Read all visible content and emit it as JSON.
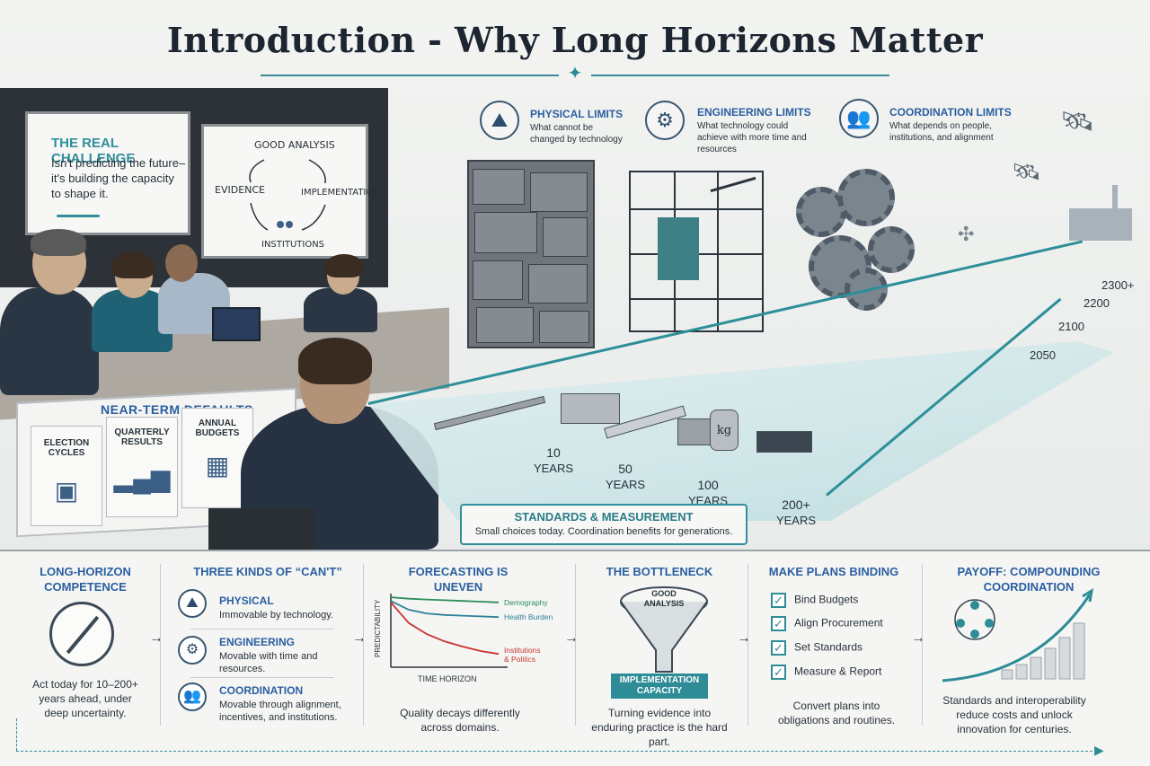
{
  "title": "Introduction - Why Long Horizons Matter",
  "boards": {
    "real_challenge_title": "THE REAL CHALLENGE",
    "real_challenge_text": "Isn't predicting the future– it's building the capacity to shape it.",
    "cycle": {
      "top": "GOOD ANALYSIS",
      "left": "EVIDENCE",
      "right": "IMPLEMENTATION",
      "bottom": "INSTITUTIONS"
    }
  },
  "near_term": {
    "title": "NEAR-TERM DEFAULTS",
    "cards": [
      {
        "label": "ELECTION CYCLES",
        "icon": "ballot-box-icon"
      },
      {
        "label": "QUARTERLY RESULTS",
        "icon": "bar-chart-icon"
      },
      {
        "label": "ANNUAL BUDGETS",
        "icon": "calendar-icon"
      }
    ]
  },
  "limits": [
    {
      "title": "PHYSICAL LIMITS",
      "sub": "What cannot be changed by technology",
      "icon": "mountain-shield-icon"
    },
    {
      "title": "ENGINEERING LIMITS",
      "sub": "What technology could achieve with more time and resources",
      "icon": "gear-icon"
    },
    {
      "title": "COORDINATION LIMITS",
      "sub": "What depends on people, institutions, and alignment",
      "icon": "people-icon"
    }
  ],
  "timeline": {
    "near_years": [
      {
        "value": "10",
        "unit": "YEARS"
      },
      {
        "value": "50",
        "unit": "YEARS"
      },
      {
        "value": "100",
        "unit": "YEARS"
      },
      {
        "value": "200+",
        "unit": "YEARS"
      }
    ],
    "far_years": [
      "2050",
      "2100",
      "2200",
      "2300+"
    ],
    "weight_label": "kg"
  },
  "standards": {
    "title": "STANDARDS & MEASUREMENT",
    "sub": "Small choices today. Coordination benefits for generations."
  },
  "bottom": {
    "competence": {
      "title": "LONG-HORIZON COMPETENCE",
      "text": "Act today for 10–200+ years ahead, under deep uncertainty."
    },
    "kinds": {
      "title": "THREE KINDS OF “CAN'T”",
      "items": [
        {
          "title": "PHYSICAL",
          "sub": "Immovable by technology.",
          "icon": "mountain-shield-icon"
        },
        {
          "title": "ENGINEERING",
          "sub": "Movable with time and resources.",
          "icon": "gear-icon"
        },
        {
          "title": "COORDINATION",
          "sub": "Movable through alignment, incentives, and institutions.",
          "icon": "people-icon"
        }
      ]
    },
    "forecasting": {
      "title": "FORECASTING IS UNEVEN",
      "text": "Quality decays differently across domains."
    },
    "bottleneck": {
      "title": "THE BOTTLENECK",
      "funnel_top": "GOOD ANALYSIS",
      "funnel_bottom": "IMPLEMENTATION CAPACITY",
      "text": "Turning evidence into enduring practice is the hard part."
    },
    "binding": {
      "title": "MAKE PLANS BINDING",
      "items": [
        "Bind Budgets",
        "Align Procurement",
        "Set Standards",
        "Measure & Report"
      ],
      "text": "Convert plans into obligations and routines."
    },
    "payoff": {
      "title": "PAYOFF: COMPOUNDING COORDINATION",
      "text": "Standards and interoperability reduce costs and unlock innovation for centuries."
    }
  },
  "chart_data": {
    "type": "line",
    "xlabel": "TIME HORIZON",
    "ylabel": "PREDICTABILITY",
    "x": [
      0,
      1,
      2,
      3,
      4,
      5,
      6
    ],
    "ylim": [
      0,
      1
    ],
    "series": [
      {
        "name": "Demography",
        "values": [
          0.95,
          0.93,
          0.92,
          0.91,
          0.9,
          0.89,
          0.88
        ],
        "color": "#2e8c5a"
      },
      {
        "name": "Health Burden",
        "values": [
          0.9,
          0.78,
          0.73,
          0.71,
          0.7,
          0.69,
          0.68
        ],
        "color": "#2e7f9a"
      },
      {
        "name": "Institutions & Politics",
        "values": [
          0.88,
          0.6,
          0.45,
          0.35,
          0.28,
          0.22,
          0.18
        ],
        "color": "#c8322b"
      }
    ]
  },
  "colors": {
    "accent": "#2e8c97",
    "heading_blue": "#2a5ea0",
    "alert_red": "#c8322b"
  }
}
